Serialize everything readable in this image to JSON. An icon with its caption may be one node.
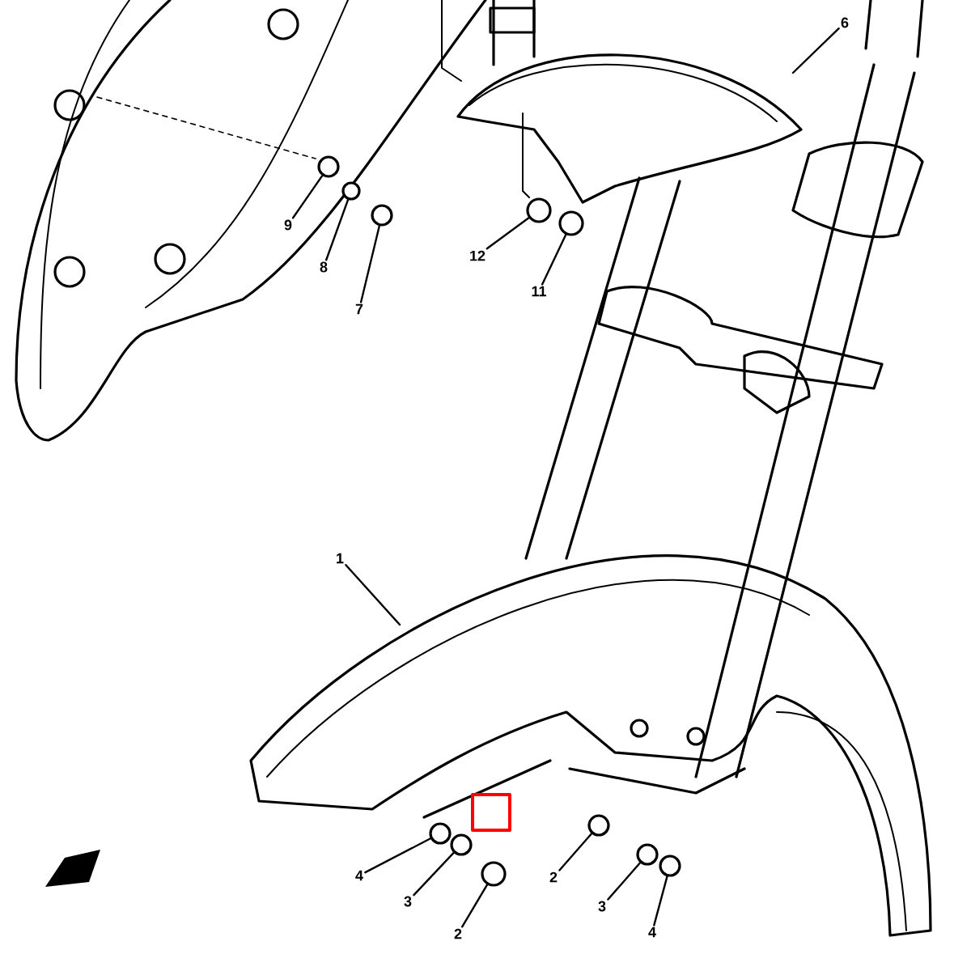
{
  "diagram": {
    "nodes": [
      {
        "text": [
          "6"
        ]
      },
      {
        "text": [
          "9"
        ]
      },
      {
        "text": [
          "8"
        ]
      },
      {
        "text": [
          "7"
        ]
      },
      {
        "text": [
          "12"
        ]
      },
      {
        "text": [
          "11"
        ]
      },
      {
        "text": [
          "1"
        ]
      },
      {
        "text": [
          "4"
        ]
      },
      {
        "text": [
          "2"
        ]
      },
      {
        "text": [
          "3"
        ]
      },
      {
        "text": [
          "2"
        ]
      },
      {
        "text": [
          "3"
        ]
      },
      {
        "text": [
          "4"
        ]
      },
      {
        "text": [],
        "shape": "circle"
      },
      {
        "text": [],
        "shape": "circle"
      },
      {
        "text": [],
        "shape": "circle"
      },
      {
        "text": [],
        "shape": "circle"
      },
      {
        "text": [],
        "shape": "circle"
      },
      {
        "text": [],
        "shape": "circle"
      },
      {
        "text": [],
        "shape": "circle"
      },
      {
        "text": [],
        "shape": "circle"
      },
      {
        "text": [],
        "shape": "circle"
      },
      {
        "text": [],
        "shape": "circle"
      },
      {
        "text": [],
        "shape": "circle"
      }
    ],
    "edges": [
      {
        "from": 0,
        "to": null,
        "arrow": "none"
      },
      {
        "from": 1,
        "to": 13,
        "arrow": "none"
      },
      {
        "from": 2,
        "to": 14,
        "arrow": "none"
      },
      {
        "from": 3,
        "to": 15,
        "arrow": "none"
      },
      {
        "from": 4,
        "to": 16,
        "arrow": "none"
      },
      {
        "from": 5,
        "to": 17,
        "arrow": "none"
      },
      {
        "from": 6,
        "to": null,
        "arrow": "none"
      },
      {
        "from": 7,
        "to": 18,
        "arrow": "none"
      },
      {
        "from": 8,
        "to": 19,
        "arrow": "none"
      },
      {
        "from": 9,
        "to": 20,
        "arrow": "none"
      },
      {
        "from": 10,
        "to": 21,
        "arrow": "none"
      },
      {
        "from": 11,
        "to": 22,
        "arrow": "none"
      },
      {
        "from": 12,
        "to": 23,
        "arrow": "none"
      }
    ]
  }
}
